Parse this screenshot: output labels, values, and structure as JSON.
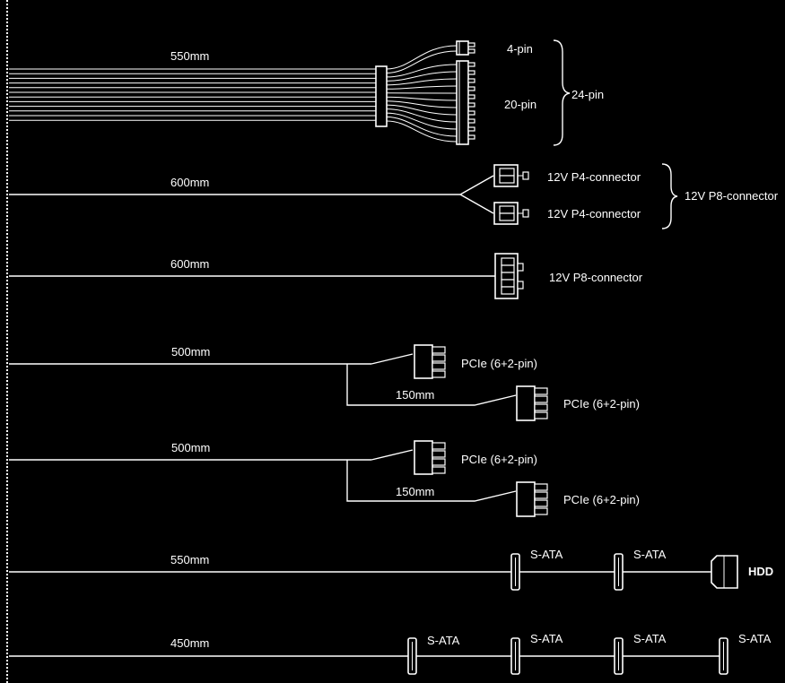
{
  "cables": [
    {
      "length": "550mm",
      "labels": {
        "top": "4-pin",
        "bottom": "20-pin",
        "group": "24-pin"
      }
    },
    {
      "length": "600mm",
      "labels": {
        "branch_a": "12V P4-connector",
        "branch_b": "12V P4-connector",
        "group": "12V P8-connector"
      }
    },
    {
      "length": "600mm",
      "labels": {
        "connector": "12V P8-connector"
      }
    },
    {
      "length": "500mm",
      "branch_length": "150mm",
      "labels": {
        "connector_1": "PCIe (6+2-pin)",
        "connector_2": "PCIe (6+2-pin)"
      }
    },
    {
      "length": "500mm",
      "branch_length": "150mm",
      "labels": {
        "connector_1": "PCIe (6+2-pin)",
        "connector_2": "PCIe (6+2-pin)"
      }
    },
    {
      "length": "550mm",
      "labels": {
        "sata_1": "S-ATA",
        "sata_2": "S-ATA",
        "hdd": "HDD"
      }
    },
    {
      "length": "450mm",
      "labels": {
        "sata_1": "S-ATA",
        "sata_2": "S-ATA",
        "sata_3": "S-ATA",
        "sata_4": "S-ATA"
      }
    }
  ],
  "colors": {
    "background": "#000000",
    "line": "#ffffff"
  }
}
